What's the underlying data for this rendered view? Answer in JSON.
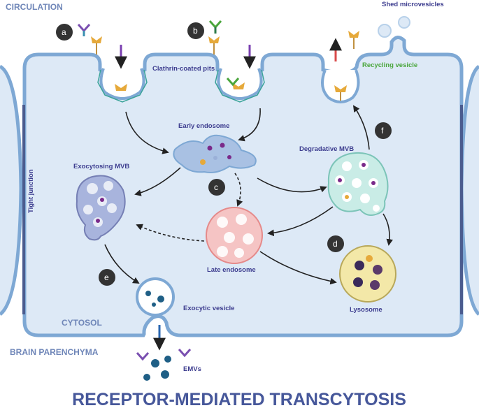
{
  "title": "RECEPTOR-MEDIATED TRANSCYTOSIS",
  "regions": {
    "circulation": "CIRCULATION",
    "cytosol": "CYTOSOL",
    "brain_parenchyma": "BRAIN PARENCHYMA",
    "tight_junction": "Tight junction"
  },
  "labels": {
    "shed_microvesicles": "Shed microvesicles",
    "clathrin_coated_pits": "Clathrin-coated pits",
    "recycling_vesicle": "Recycling vesicle",
    "early_endosome": "Early endosome",
    "exocytosing_mvb": "Exocytosing MVB",
    "degradative_mvb": "Degradative MVB",
    "late_endosome": "Late endosome",
    "lysosome": "Lysosome",
    "exocytic_vesicle": "Exocytic vesicle",
    "emvs": "EMVs"
  },
  "steps": [
    "a",
    "b",
    "c",
    "d",
    "e",
    "f"
  ],
  "colors": {
    "membrane": "#7ea8d4",
    "cytoplasm": "#dde9f6",
    "title": "#46579a",
    "label": "#3d3d8f",
    "recycling": "#4aa63c",
    "late_endosome_fill": "#f5c4c4",
    "lysosome_fill": "#f3e8a8",
    "mvb_fill": "#a8b4dd",
    "degradative_fill": "#c9ece6",
    "early_endosome_fill": "#a9c1e3",
    "step_badge": "#333333"
  },
  "icons": [
    "antibody-icon",
    "receptor-icon",
    "arrow-icon",
    "vesicle-icon"
  ]
}
